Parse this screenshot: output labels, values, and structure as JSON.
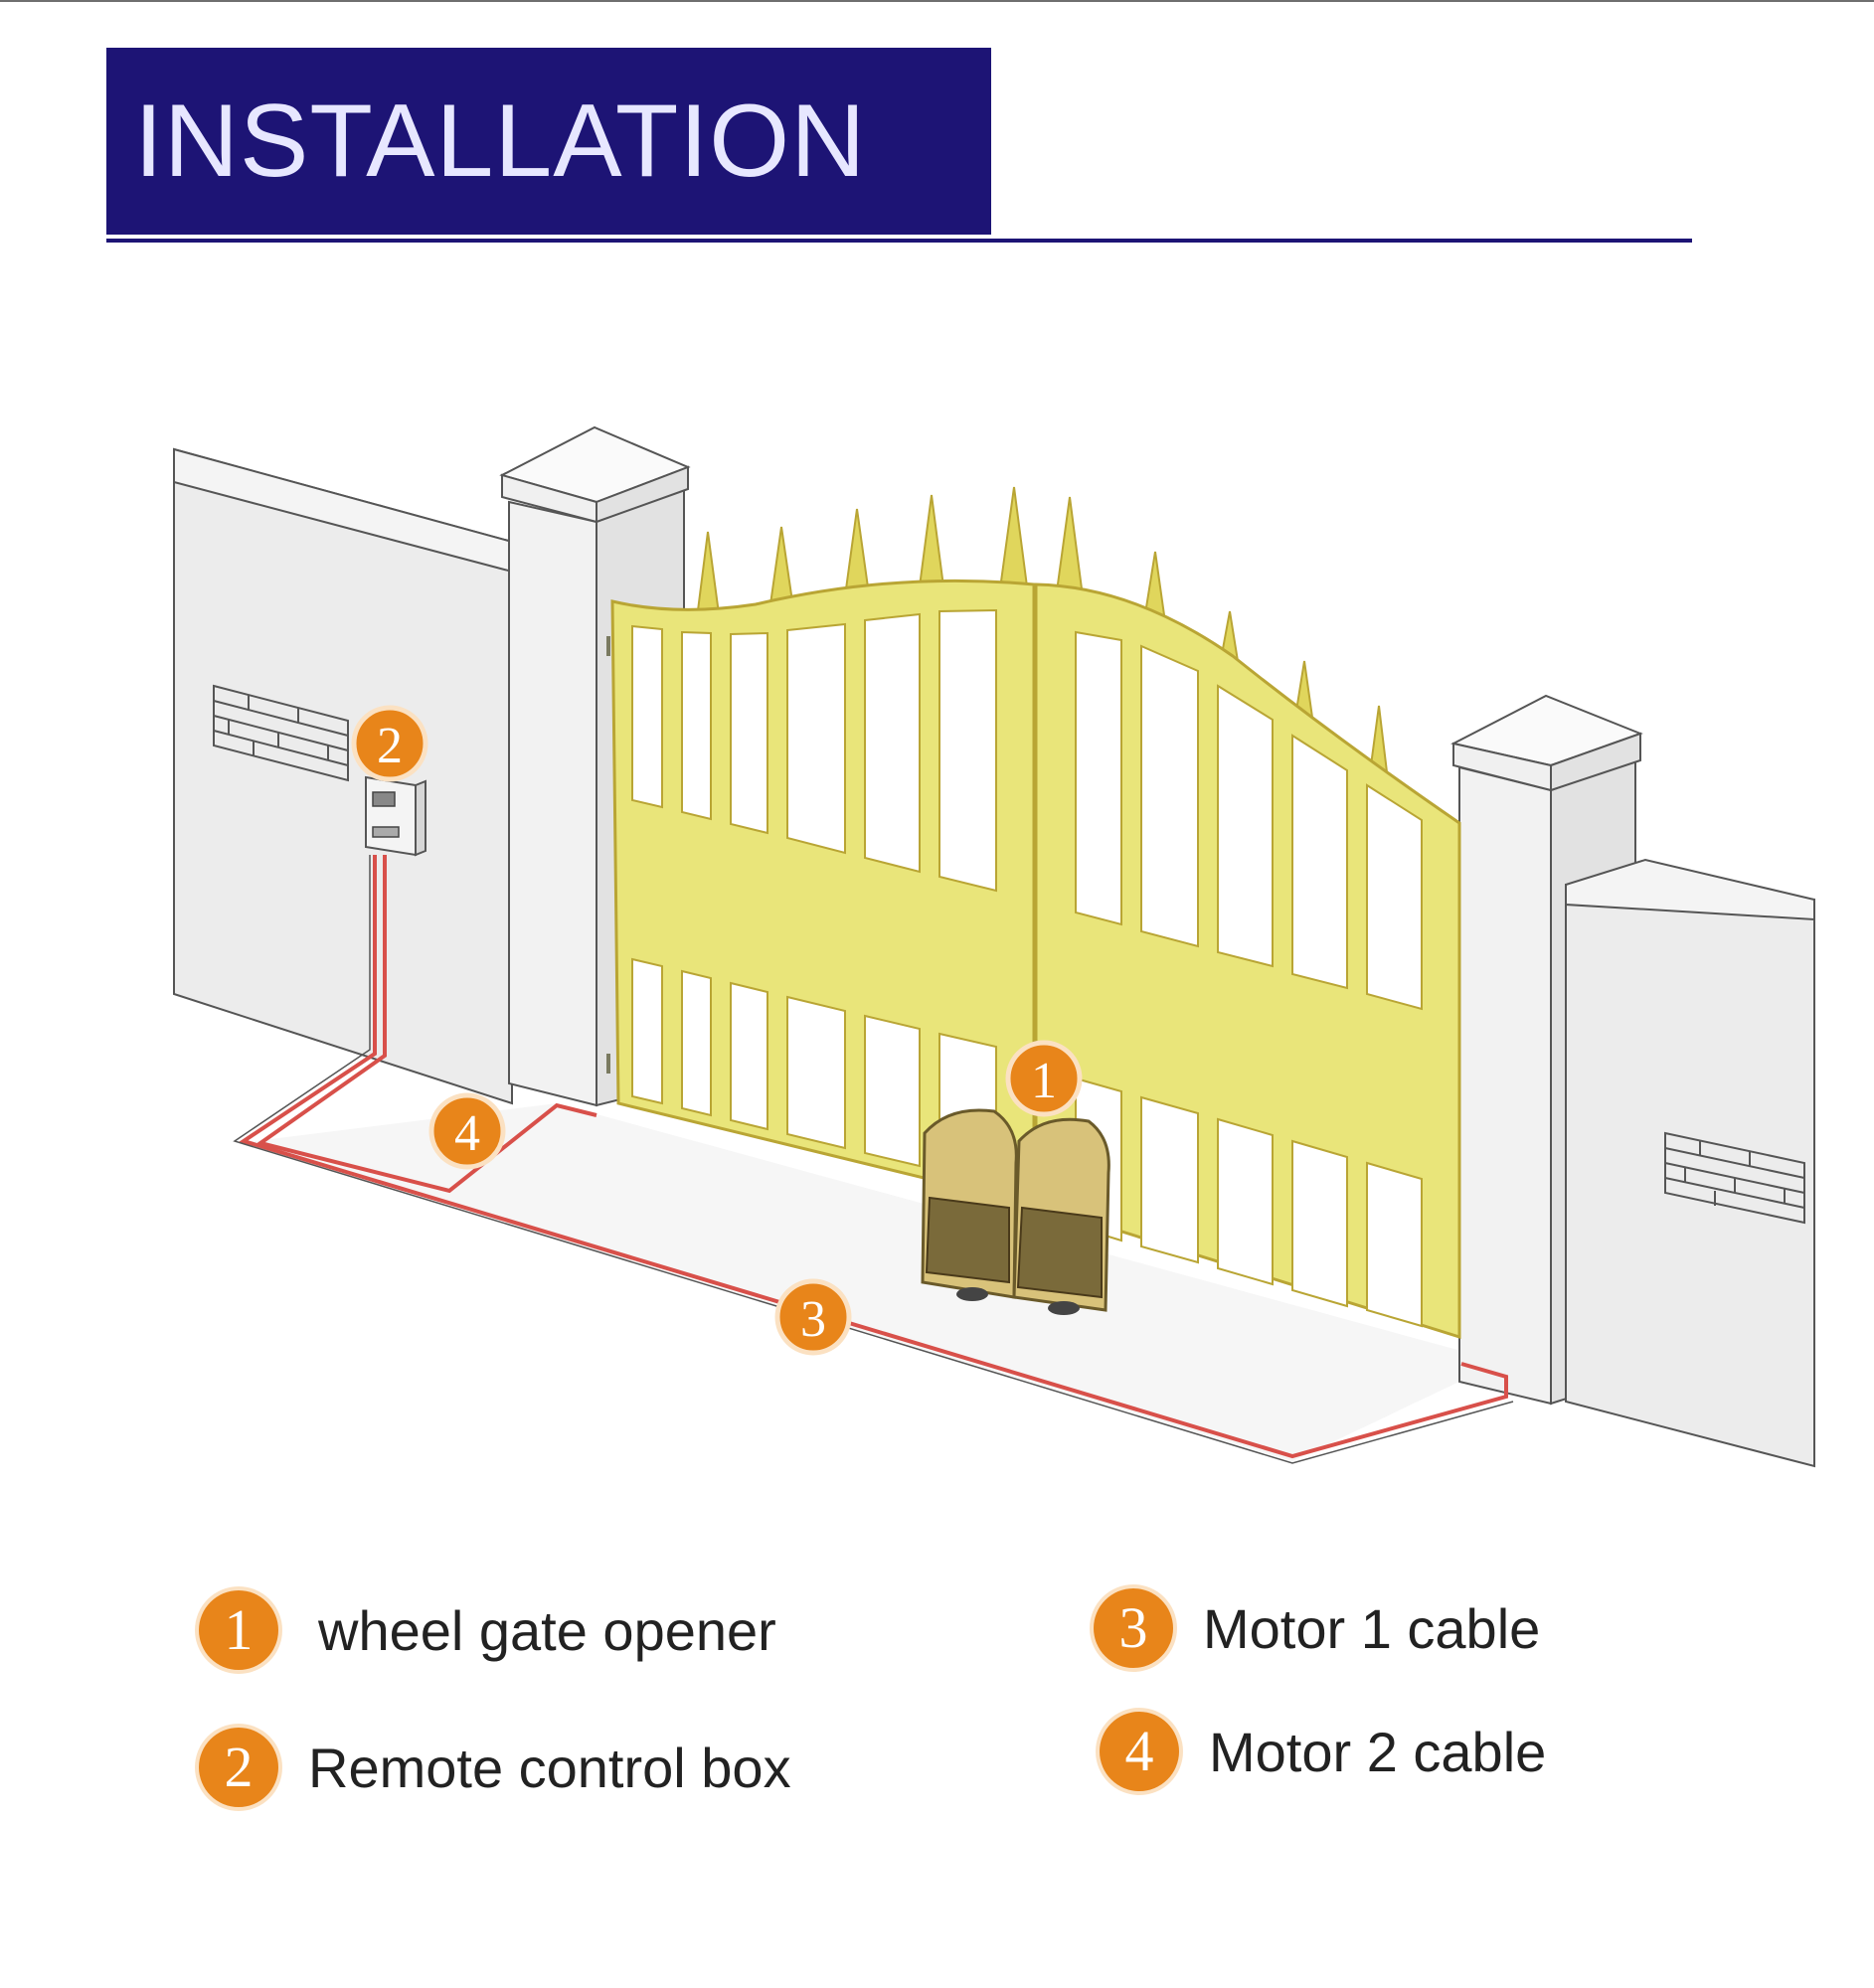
{
  "title": "INSTALLATION",
  "colors": {
    "title_bg": "#1d1475",
    "title_text": "#e7e7ff",
    "gate": "#e9e57a",
    "gate_outline": "#b9a534",
    "wall": "#ececec",
    "cable": "#d8504a",
    "badge": "#e8851a"
  },
  "callouts": [
    {
      "num": "1"
    },
    {
      "num": "2"
    },
    {
      "num": "3"
    },
    {
      "num": "4"
    }
  ],
  "legend": [
    {
      "num": "1",
      "label": "wheel gate opener"
    },
    {
      "num": "2",
      "label": "Remote control box"
    },
    {
      "num": "3",
      "label": "Motor 1 cable"
    },
    {
      "num": "4",
      "label": "Motor 2 cable"
    }
  ]
}
